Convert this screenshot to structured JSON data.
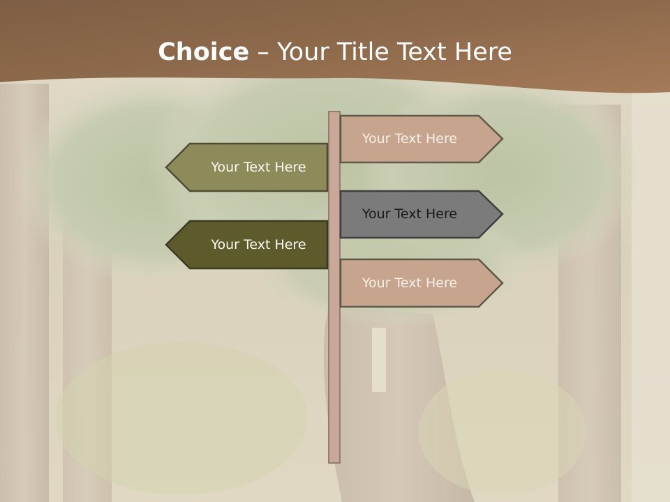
{
  "slide": {
    "title_bold": "Choice",
    "title_rest": " – Your Title Text Here"
  },
  "colors": {
    "title_band": "#8a6445",
    "post": "#c9a89a",
    "sign_right_light": "#c7a48e",
    "sign_right_dark": "#7b7b7b",
    "sign_left_olive": "#8d8b59",
    "sign_left_dark": "#5d5a2c",
    "sign_border": "#5f5a48"
  },
  "signs": [
    {
      "id": "right-1",
      "label": "Your Text Here",
      "direction": "right"
    },
    {
      "id": "left-1",
      "label": "Your Text Here",
      "direction": "left"
    },
    {
      "id": "right-2",
      "label": "Your Text Here",
      "direction": "right"
    },
    {
      "id": "left-2",
      "label": "Your Text Here",
      "direction": "left"
    },
    {
      "id": "right-3",
      "label": "Your Text Here",
      "direction": "right"
    }
  ]
}
